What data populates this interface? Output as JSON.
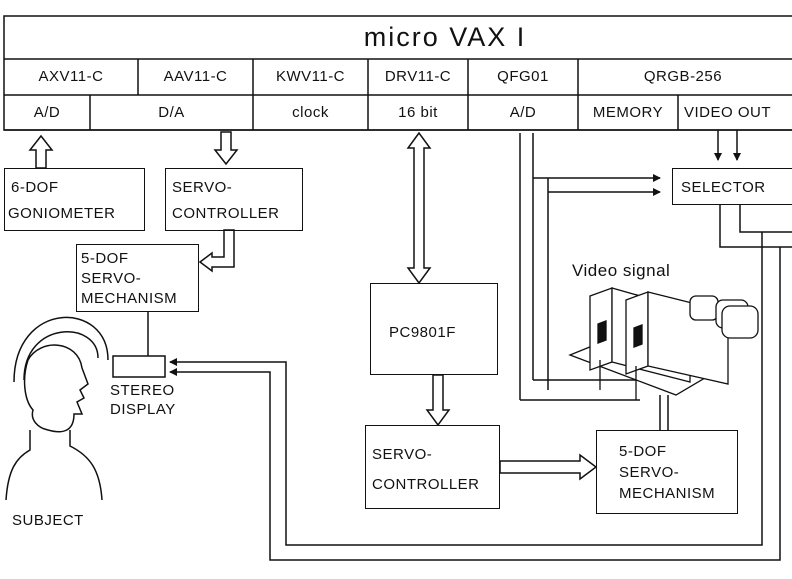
{
  "bus": {
    "title": "micro VAX I",
    "boards": [
      "AXV11-C",
      "AAV11-C",
      "KWV11-C",
      "DRV11-C",
      "QFG01",
      "QRGB-256"
    ],
    "functions": [
      "A/D",
      "D/A",
      "clock",
      "16  bit",
      "A/D",
      "MEMORY",
      "VIDEO  OUT"
    ]
  },
  "blocks": {
    "goniometer": [
      "6-DOF",
      "GONIOMETER"
    ],
    "servo_controller_head": [
      "SERVO-",
      "CONTROLLER"
    ],
    "servo_mech_head": [
      "5-DOF",
      "SERVO-",
      "MECHANISM"
    ],
    "pc": "PC9801F",
    "servo_controller_cam": [
      "SERVO-",
      "CONTROLLER"
    ],
    "servo_mech_cam": [
      "5-DOF",
      "SERVO-",
      "MECHANISM"
    ],
    "selector": "SELECTOR"
  },
  "labels": {
    "video_signal": "Video signal",
    "stereo_display": [
      "STEREO",
      "DISPLAY"
    ],
    "subject": "SUBJECT"
  }
}
